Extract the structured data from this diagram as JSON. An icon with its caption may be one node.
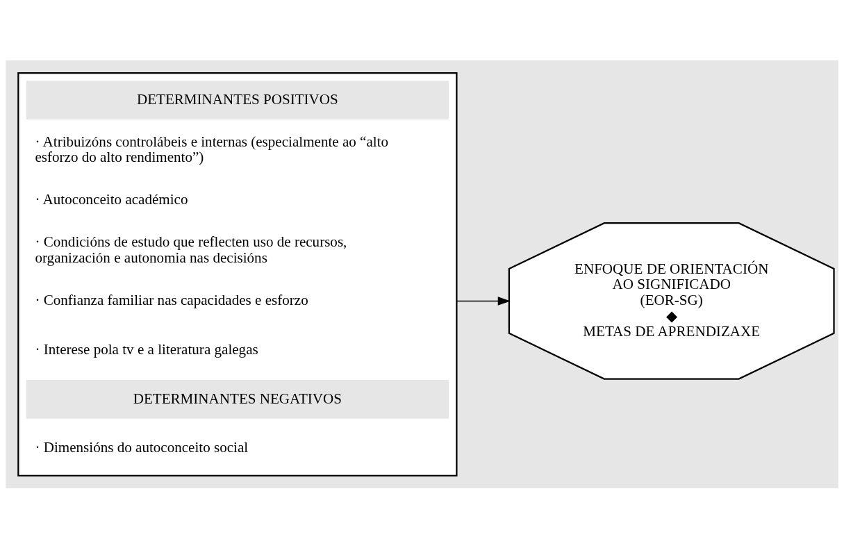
{
  "diagram": {
    "nodes": [
      {
        "text": [
          "· Atribuizóns controlábeis e internas (especialmente ao “alto esforzo do alto rendimento”)",
          "· Autoconceito académico",
          "· Condicións de estudo que reflecten uso de recursos, organización e autonomia nas decisións",
          "· Confianza familiar nas capacidades e esforzo",
          "· Interese pola tv e a literatura galegas",
          "· Dimensións do autoconceito social"
        ]
      },
      {
        "text": [
          "DETERMINANTES POSITIVOS"
        ],
        "in": 0
      },
      {
        "text": [
          "DETERMINANTES NEGATIVOS"
        ],
        "in": 0
      },
      {
        "text": [
          "ENFOQUE DE ORIENTACIÓN AO SIGNIFICADO",
          "(EOR-SG)",
          "◆",
          "METAS DE APRENDIZAXE"
        ]
      }
    ],
    "edges": [
      {
        "from": 0,
        "to": 3,
        "arrow": "to"
      }
    ]
  }
}
